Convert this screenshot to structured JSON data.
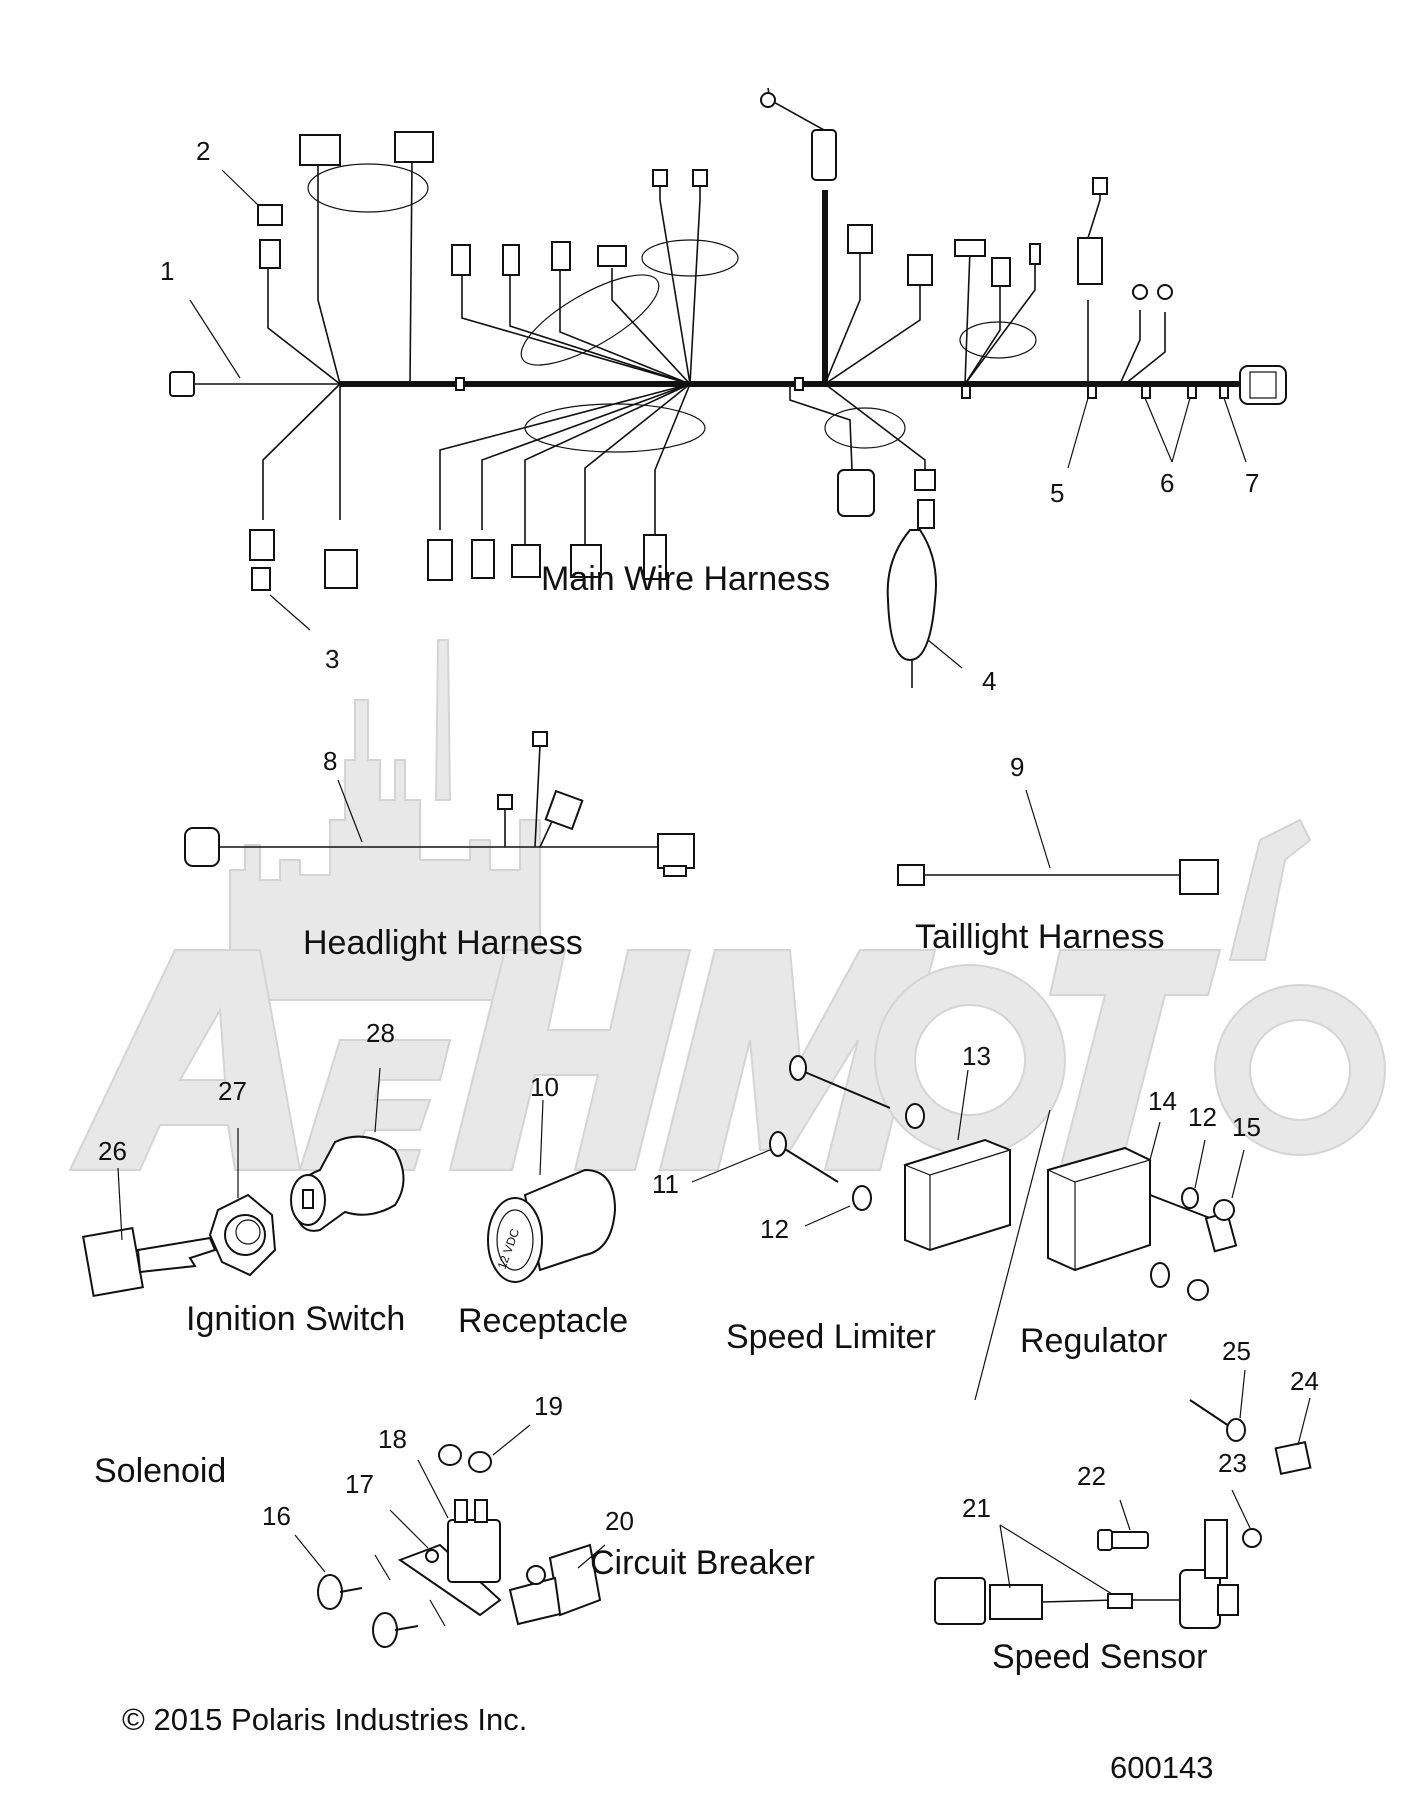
{
  "callouts": {
    "n1": "1",
    "n2": "2",
    "n3": "3",
    "n4": "4",
    "n5": "5",
    "n6": "6",
    "n7": "7",
    "n8": "8",
    "n9": "9",
    "n10": "10",
    "n11": "11",
    "n12a": "12",
    "n12b": "12",
    "n13": "13",
    "n14": "14",
    "n15": "15",
    "n16": "16",
    "n17": "17",
    "n18": "18",
    "n19": "19",
    "n20": "20",
    "n21": "21",
    "n22": "22",
    "n23": "23",
    "n24": "24",
    "n25": "25",
    "n26": "26",
    "n27": "27",
    "n28": "28"
  },
  "captions": {
    "main_wire_harness": "Main Wire Harness",
    "headlight_harness": "Headlight Harness",
    "taillight_harness": "Taillight Harness",
    "ignition_switch": "Ignition Switch",
    "receptacle": "Receptacle",
    "speed_limiter": "Speed Limiter",
    "regulator": "Regulator",
    "solenoid": "Solenoid",
    "circuit_breaker": "Circuit Breaker",
    "speed_sensor": "Speed Sensor"
  },
  "receptacle_label": "12 VDC",
  "footer": {
    "copyright": "© 2015 Polaris Industries Inc.",
    "diagram_number": "600143"
  },
  "watermark": {
    "text": "AeHMoto",
    "color": "#e6e6e6"
  },
  "colors": {
    "line": "#111111",
    "background": "#ffffff"
  }
}
